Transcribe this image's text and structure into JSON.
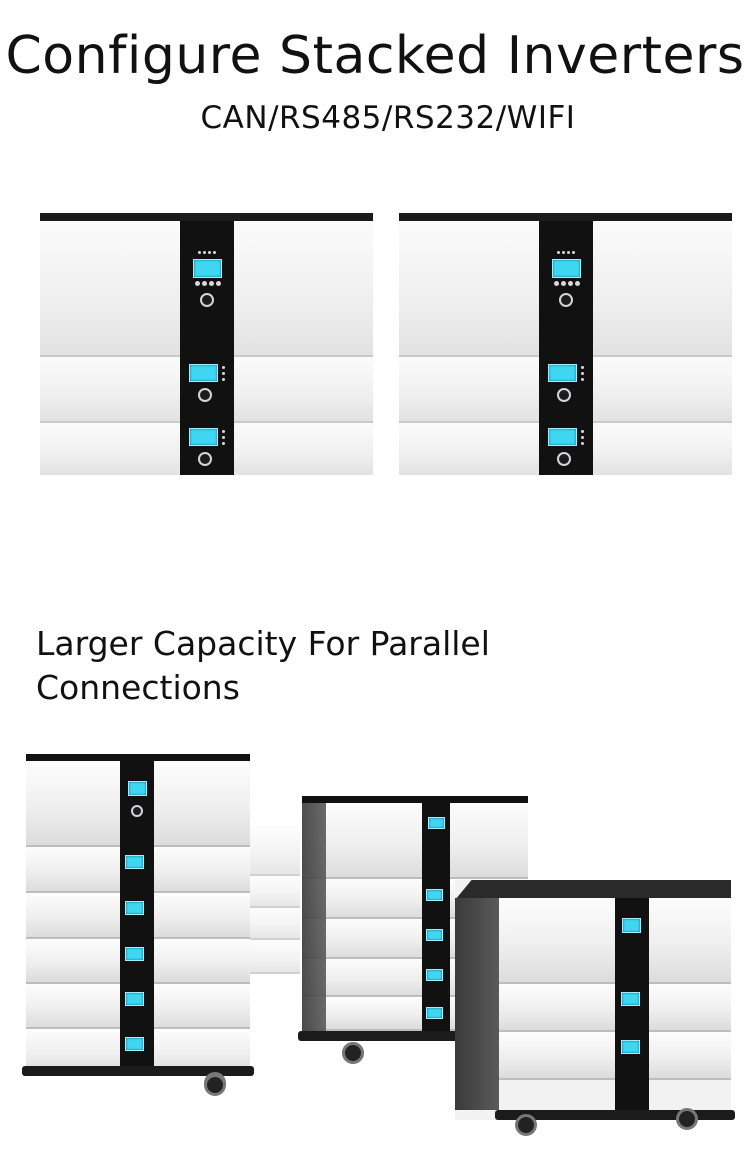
{
  "header": {
    "title": "Configure Stacked Inverters",
    "subtitle": "CAN/RS485/RS232/WIFI"
  },
  "section": {
    "title": "Larger Capacity For Parallel Connections"
  },
  "colors": {
    "lcd": "#3fd6f2",
    "panel_black": "#111111",
    "housing_white": "#f3f3f3"
  },
  "images": {
    "top_left": "stacked-battery-inverter-unit",
    "top_right": "stacked-battery-inverter-unit",
    "bottom": "parallel-connected-battery-towers-photo"
  }
}
